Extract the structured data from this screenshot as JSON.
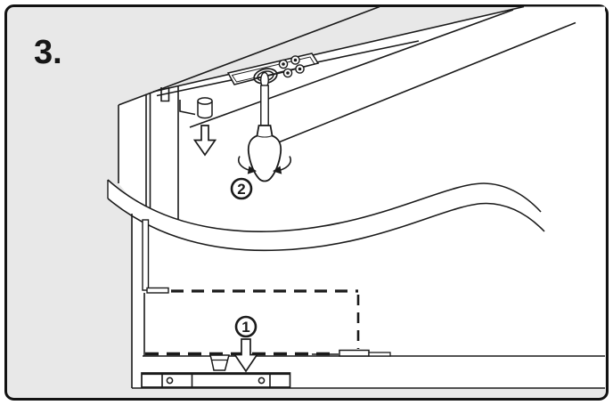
{
  "figure": {
    "step_label": "3.",
    "callouts": {
      "step1": "1",
      "step2": "2"
    }
  },
  "icons": {
    "screwdriver": "screwdriver-icon",
    "rotation_arrows": "rotation-arrows-icon",
    "insert_peg_arrow": "down-arrow-icon",
    "fix_base_arrow": "down-arrow-icon",
    "control_dial": "power-dial-icon",
    "control_buttons": "control-buttons-icon"
  },
  "colors": {
    "background_gray": "#e8e8e8",
    "line": "#1a1a1a",
    "white": "#ffffff",
    "frame_border": "#121212"
  }
}
